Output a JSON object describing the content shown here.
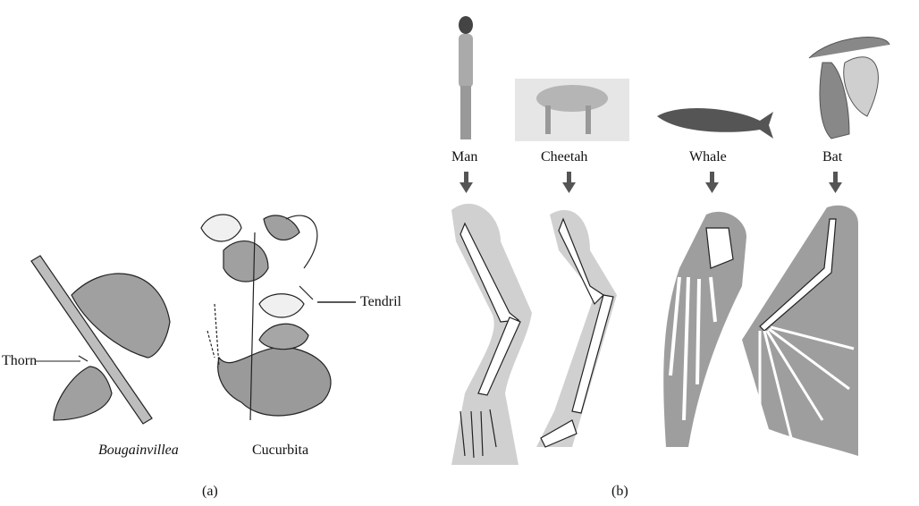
{
  "panel_a": {
    "caption": "(a)",
    "labels": {
      "thorn": "Thorn",
      "tendril": "Tendril"
    },
    "plants": [
      {
        "name": "Bougainvillea",
        "italic": true
      },
      {
        "name": "Cucurbita",
        "italic": false
      }
    ]
  },
  "panel_b": {
    "caption": "(b)",
    "animals": [
      {
        "name": "Man"
      },
      {
        "name": "Cheetah"
      },
      {
        "name": "Whale"
      },
      {
        "name": "Bat"
      }
    ]
  },
  "colors": {
    "leaf": "#9a9a9a",
    "shadow_light": "#d0d0d0",
    "shadow_dark": "#9e9e9e",
    "arrow": "#555555",
    "line": "#222222"
  }
}
